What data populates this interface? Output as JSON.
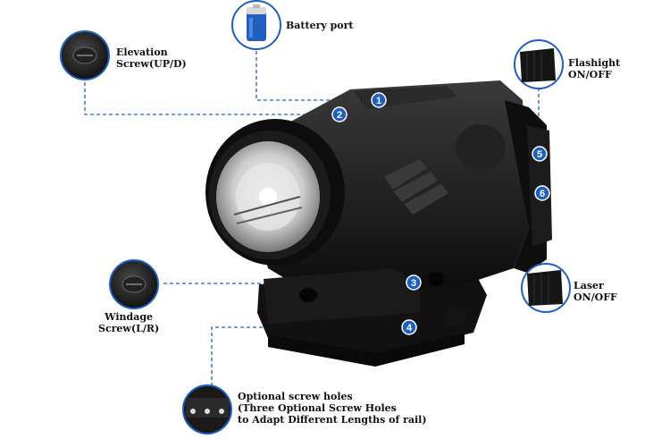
{
  "callouts": {
    "battery": {
      "label": "Battery port",
      "number": "1"
    },
    "elevation": {
      "label_line1": "Elevation",
      "label_line2": "Screw(UP/D)",
      "number": "2"
    },
    "windage": {
      "label_line1": "Windage",
      "label_line2": "Screw(L/R)",
      "number": "3"
    },
    "screw_holes": {
      "label_line1": "Optional screw holes",
      "label_line2": "(Three Optional Screw Holes",
      "label_line3": "to Adapt Different Lengths of rail)",
      "number": "4"
    },
    "flashlight": {
      "label_line1": "Flashight",
      "label_line2": "ON/OFF",
      "number": "5"
    },
    "laser": {
      "label_line1": "Laser",
      "label_line2": "ON/OFF",
      "number": "6"
    }
  },
  "colors": {
    "accent": "#1f5fbf",
    "device": "#141414",
    "line": "#1f5fbf"
  }
}
